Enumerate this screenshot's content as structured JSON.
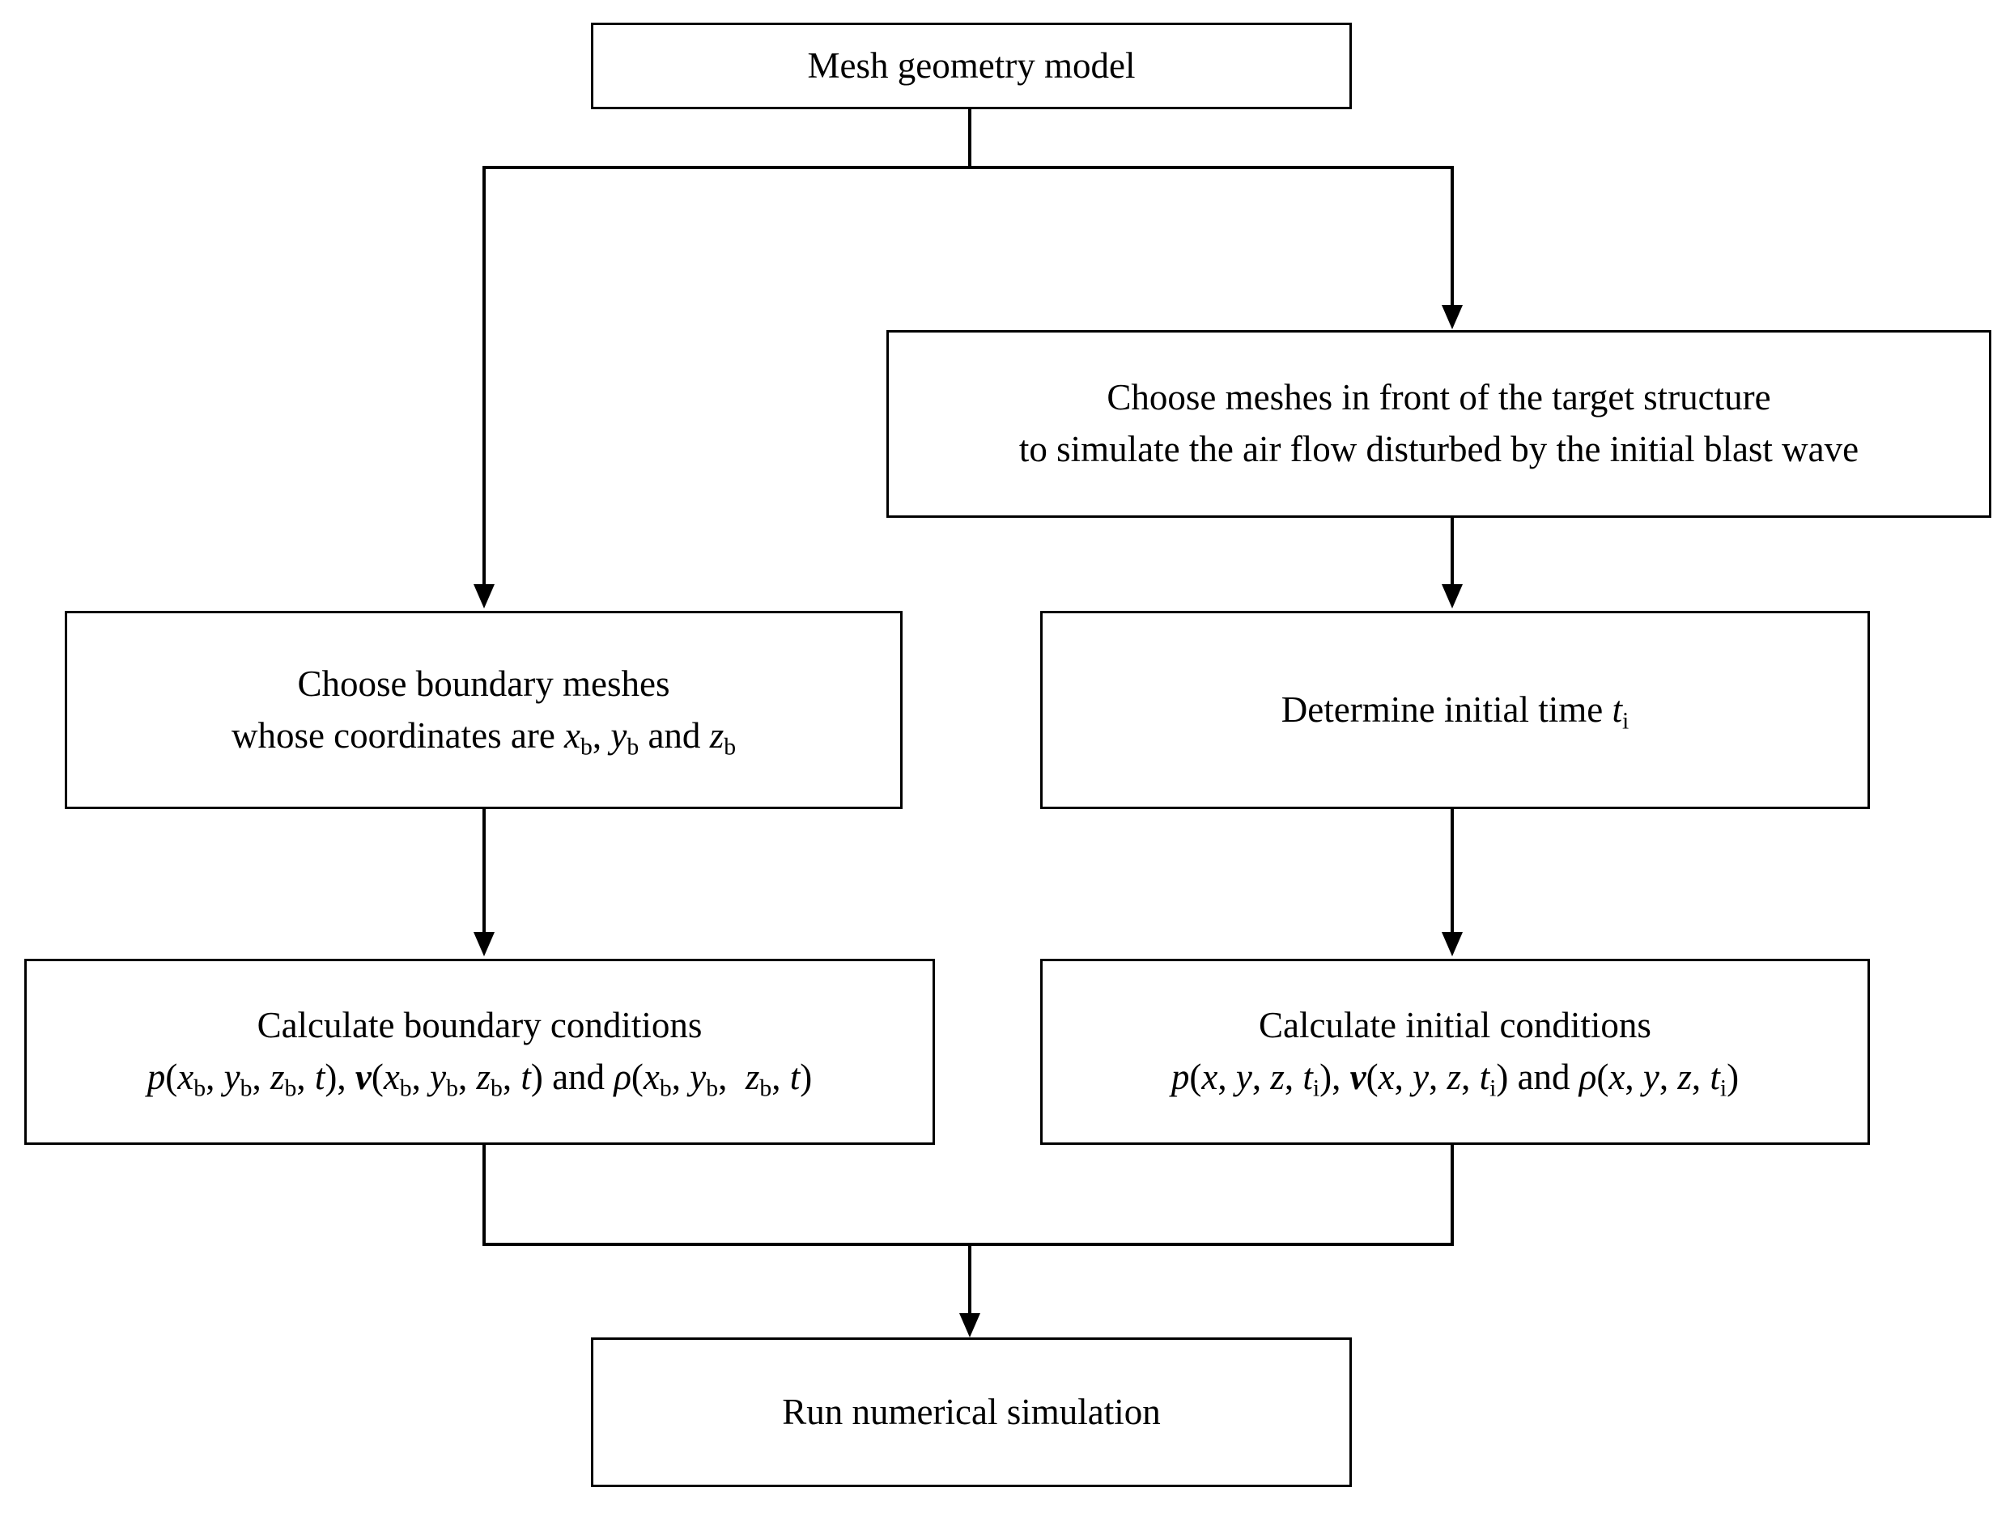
{
  "diagram": {
    "title": "Blast wave numerical simulation workflow flowchart",
    "background_color": "#ffffff",
    "line_color": "#000000",
    "nodes": [
      {
        "id": "mesh-geometry-model",
        "line1": "Mesh geometry model",
        "line2": ""
      },
      {
        "id": "choose-meshes-front",
        "line1": "Choose meshes in front of the target structure",
        "line2": "to simulate the air flow disturbed by the initial blast wave"
      },
      {
        "id": "choose-boundary-meshes",
        "line1": "Choose boundary meshes",
        "line2": "whose coordinates are xb, yb and zb"
      },
      {
        "id": "determine-initial-time",
        "line1": "Determine initial time ti",
        "line2": ""
      },
      {
        "id": "calculate-boundary-conditions",
        "line1": "Calculate boundary conditions",
        "line2": "p(xb, yb, zb, t), v(xb, yb, zb, t) and ρ(xb, yb,  zb, t)"
      },
      {
        "id": "calculate-initial-conditions",
        "line1": "Calculate initial conditions",
        "line2": "p(x, y, z, ti), v(x, y, z, ti) and ρ(x, y, z, ti)"
      },
      {
        "id": "run-numerical-simulation",
        "line1": "Run numerical simulation",
        "line2": ""
      }
    ],
    "connections": [
      "mesh-geometry-model -> choose-meshes-front",
      "mesh-geometry-model -> choose-boundary-meshes",
      "choose-meshes-front -> determine-initial-time",
      "choose-boundary-meshes -> calculate-boundary-conditions",
      "determine-initial-time -> calculate-initial-conditions",
      "calculate-boundary-conditions -> run-numerical-simulation",
      "calculate-initial-conditions -> run-numerical-simulation"
    ]
  }
}
